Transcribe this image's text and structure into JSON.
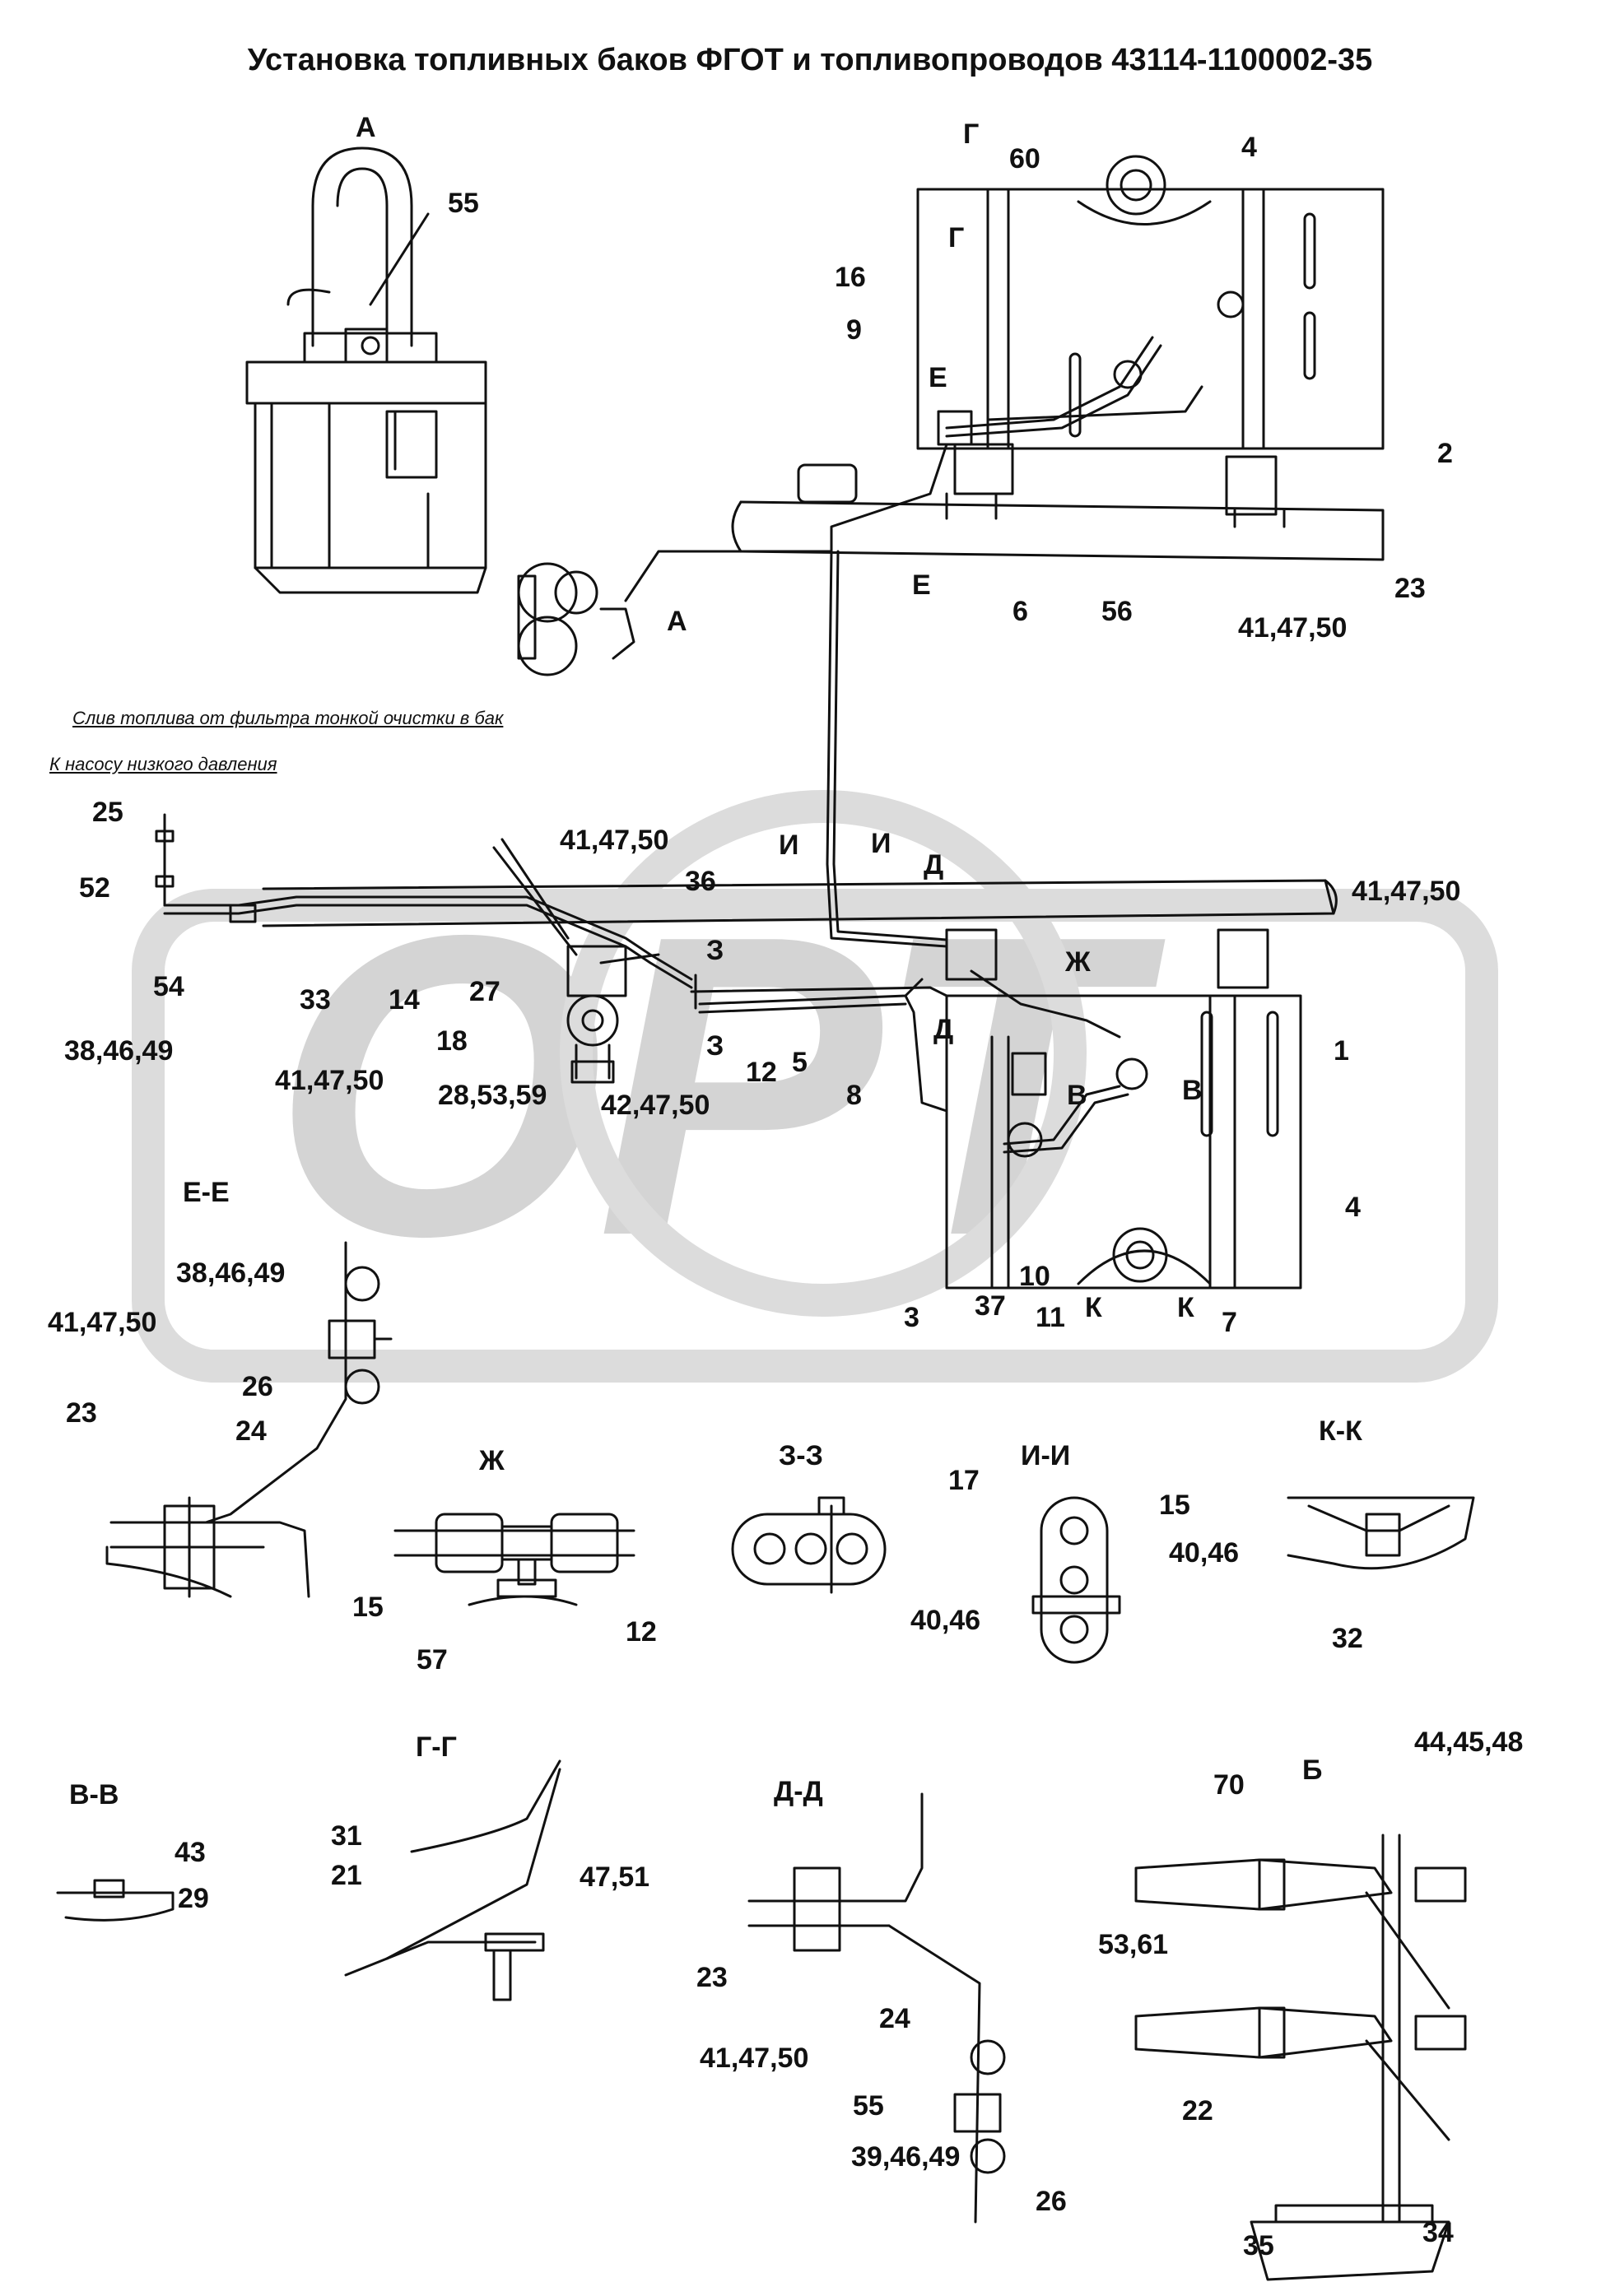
{
  "title": "Установка топливных баков ФГОТ и топливопроводов 43114-1100002-35",
  "watermark": "OPT",
  "notes": {
    "drain": "Слив топлива от фильтра тонкой очистки в бак",
    "pump": "К насосу низкого давления"
  },
  "views": {
    "A": "А",
    "EE": "Е-Е",
    "ZH": "Ж",
    "ZZ": "З-З",
    "II": "И-И",
    "KK": "К-К",
    "VV": "В-В",
    "GG": "Г-Г",
    "DD": "Д-Д",
    "B": "Б"
  },
  "section_marks": {
    "G1": "Г",
    "G2": "Г",
    "E1": "Е",
    "E2": "Е",
    "A1": "А",
    "I1": "И",
    "I2": "И",
    "D1": "Д",
    "D2": "Д",
    "Z1": "З",
    "Z2": "З",
    "ZH1": "Ж",
    "V1": "В",
    "V2": "В",
    "K1": "К",
    "K2": "К"
  },
  "callouts": {
    "c55a": "55",
    "c60": "60",
    "c4a": "4",
    "c16": "16",
    "c9": "9",
    "c2": "2",
    "c6": "6",
    "c56": "56",
    "c23a": "23",
    "c414750a": "41,47,50",
    "c25": "25",
    "c52": "52",
    "c414750b": "41,47,50",
    "c36": "36",
    "c414750c": "41,47,50",
    "c54": "54",
    "c33": "33",
    "c14": "14",
    "c27": "27",
    "c384649a": "38,46,49",
    "c414750d": "41,47,50",
    "c18": "18",
    "c285359": "28,53,59",
    "c424750": "42,47,50",
    "c12a": "12",
    "c5": "5",
    "c8": "8",
    "c1": "1",
    "c4b": "4",
    "c3": "3",
    "c37": "37",
    "c10": "10",
    "c11": "11",
    "c7": "7",
    "c384649b": "38,46,49",
    "c414750e": "41,47,50",
    "c23b": "23",
    "c26a": "26",
    "c24a": "24",
    "c15a": "15",
    "c57": "57",
    "c12b": "12",
    "c17": "17",
    "c4046a": "40,46",
    "c15b": "15",
    "c4046b": "40,46",
    "c32": "32",
    "c43": "43",
    "c29": "29",
    "c31": "31",
    "c21": "21",
    "c4751": "47,51",
    "c23c": "23",
    "c414750f": "41,47,50",
    "c24b": "24",
    "c55b": "55",
    "c394649": "39,46,49",
    "c26b": "26",
    "c444548": "44,45,48",
    "c70": "70",
    "c5361": "53,61",
    "c22": "22",
    "c35": "35",
    "c34": "34"
  }
}
